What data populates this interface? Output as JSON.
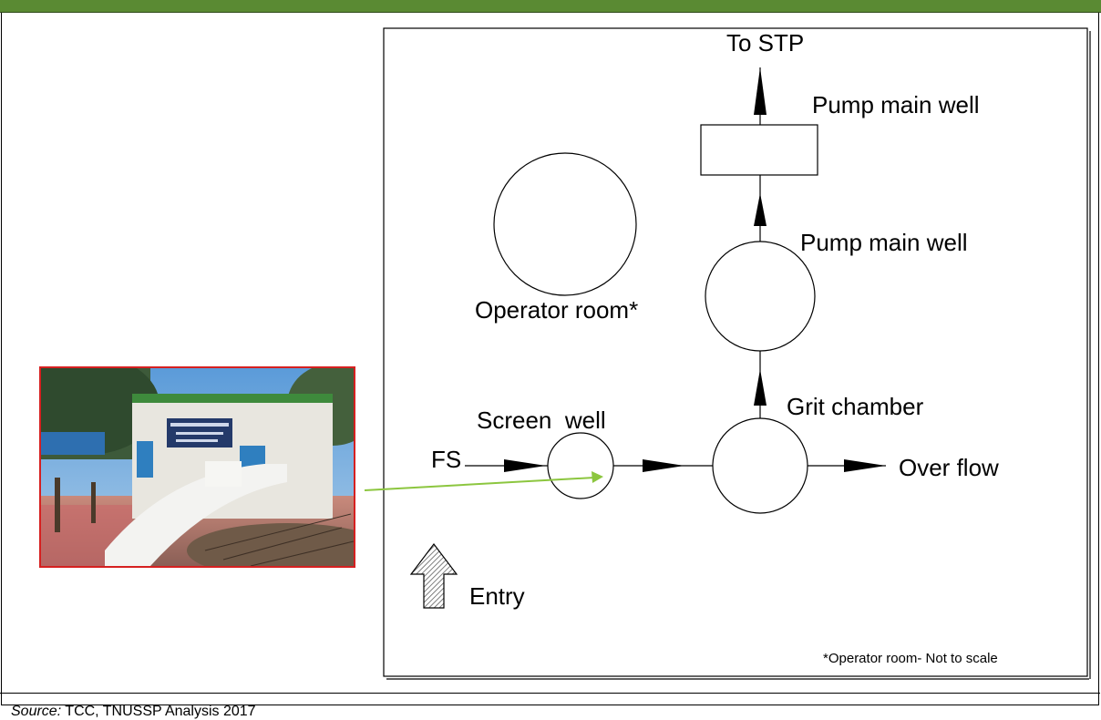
{
  "diagram": {
    "top_label": "To STP",
    "pump_main_well_upper": "Pump main well",
    "pump_main_well_lower": "Pump main well",
    "operator_room": "Operator room*",
    "grit_chamber": "Grit chamber",
    "screen_well": "Screen  well",
    "fs": "FS",
    "over_flow": "Over flow",
    "entry": "Entry",
    "note": "*Operator room- Not to scale"
  },
  "source": {
    "prefix": "Source:",
    "text": " TCC, TNUSSP Analysis 2017"
  },
  "colors": {
    "header_bar": "#5a8a33",
    "photo_border": "#d62020",
    "pointer_arrow": "#8cc63f"
  }
}
